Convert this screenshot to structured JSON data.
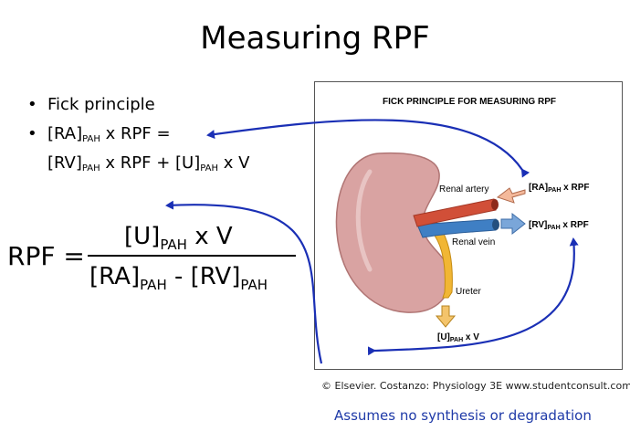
{
  "title": "Measuring RPF",
  "bullets": {
    "dot": "•",
    "b1": "Fick principle",
    "b2_lhs": {
      "ra": "[RA]",
      "sub": "PAH",
      "rest": " x RPF ="
    },
    "b2_rhs": {
      "rv": "[RV]",
      "sub1": "PAH",
      "mid": " x RPF + [U]",
      "sub2": "PAH",
      "end": " x V"
    }
  },
  "formula": {
    "lhs": "RPF =",
    "num": {
      "u": "[U]",
      "sub": "PAH",
      "end": " x V"
    },
    "den": {
      "ra": "[RA]",
      "sub1": "PAH",
      "mid": " - [RV]",
      "sub2": "PAH"
    }
  },
  "figure": {
    "title": "FICK PRINCIPLE FOR MEASURING RPF",
    "renal_artery": "Renal artery",
    "renal_vein": "Renal vein",
    "ureter": "Ureter",
    "eq_ra": {
      "a": "[RA]",
      "sub": "PAH",
      "b": "  x   RPF"
    },
    "eq_rv": {
      "a": "[RV]",
      "sub": "PAH",
      "b": "  x   RPF"
    },
    "eq_u": {
      "a": "[U]",
      "sub": "PAH",
      "b": "  x  V"
    }
  },
  "credit": "© Elsevier. Costanzo: Physiology 3E www.studentconsult.com",
  "note": "Assumes no synthesis or degradation",
  "colors": {
    "arrow": "#1a2fb5",
    "kidney": "#d9a3a2",
    "artery": "#d14f38",
    "vein": "#3f7fc4",
    "ureter": "#f1b634",
    "note_text": "#1f3aa8"
  }
}
